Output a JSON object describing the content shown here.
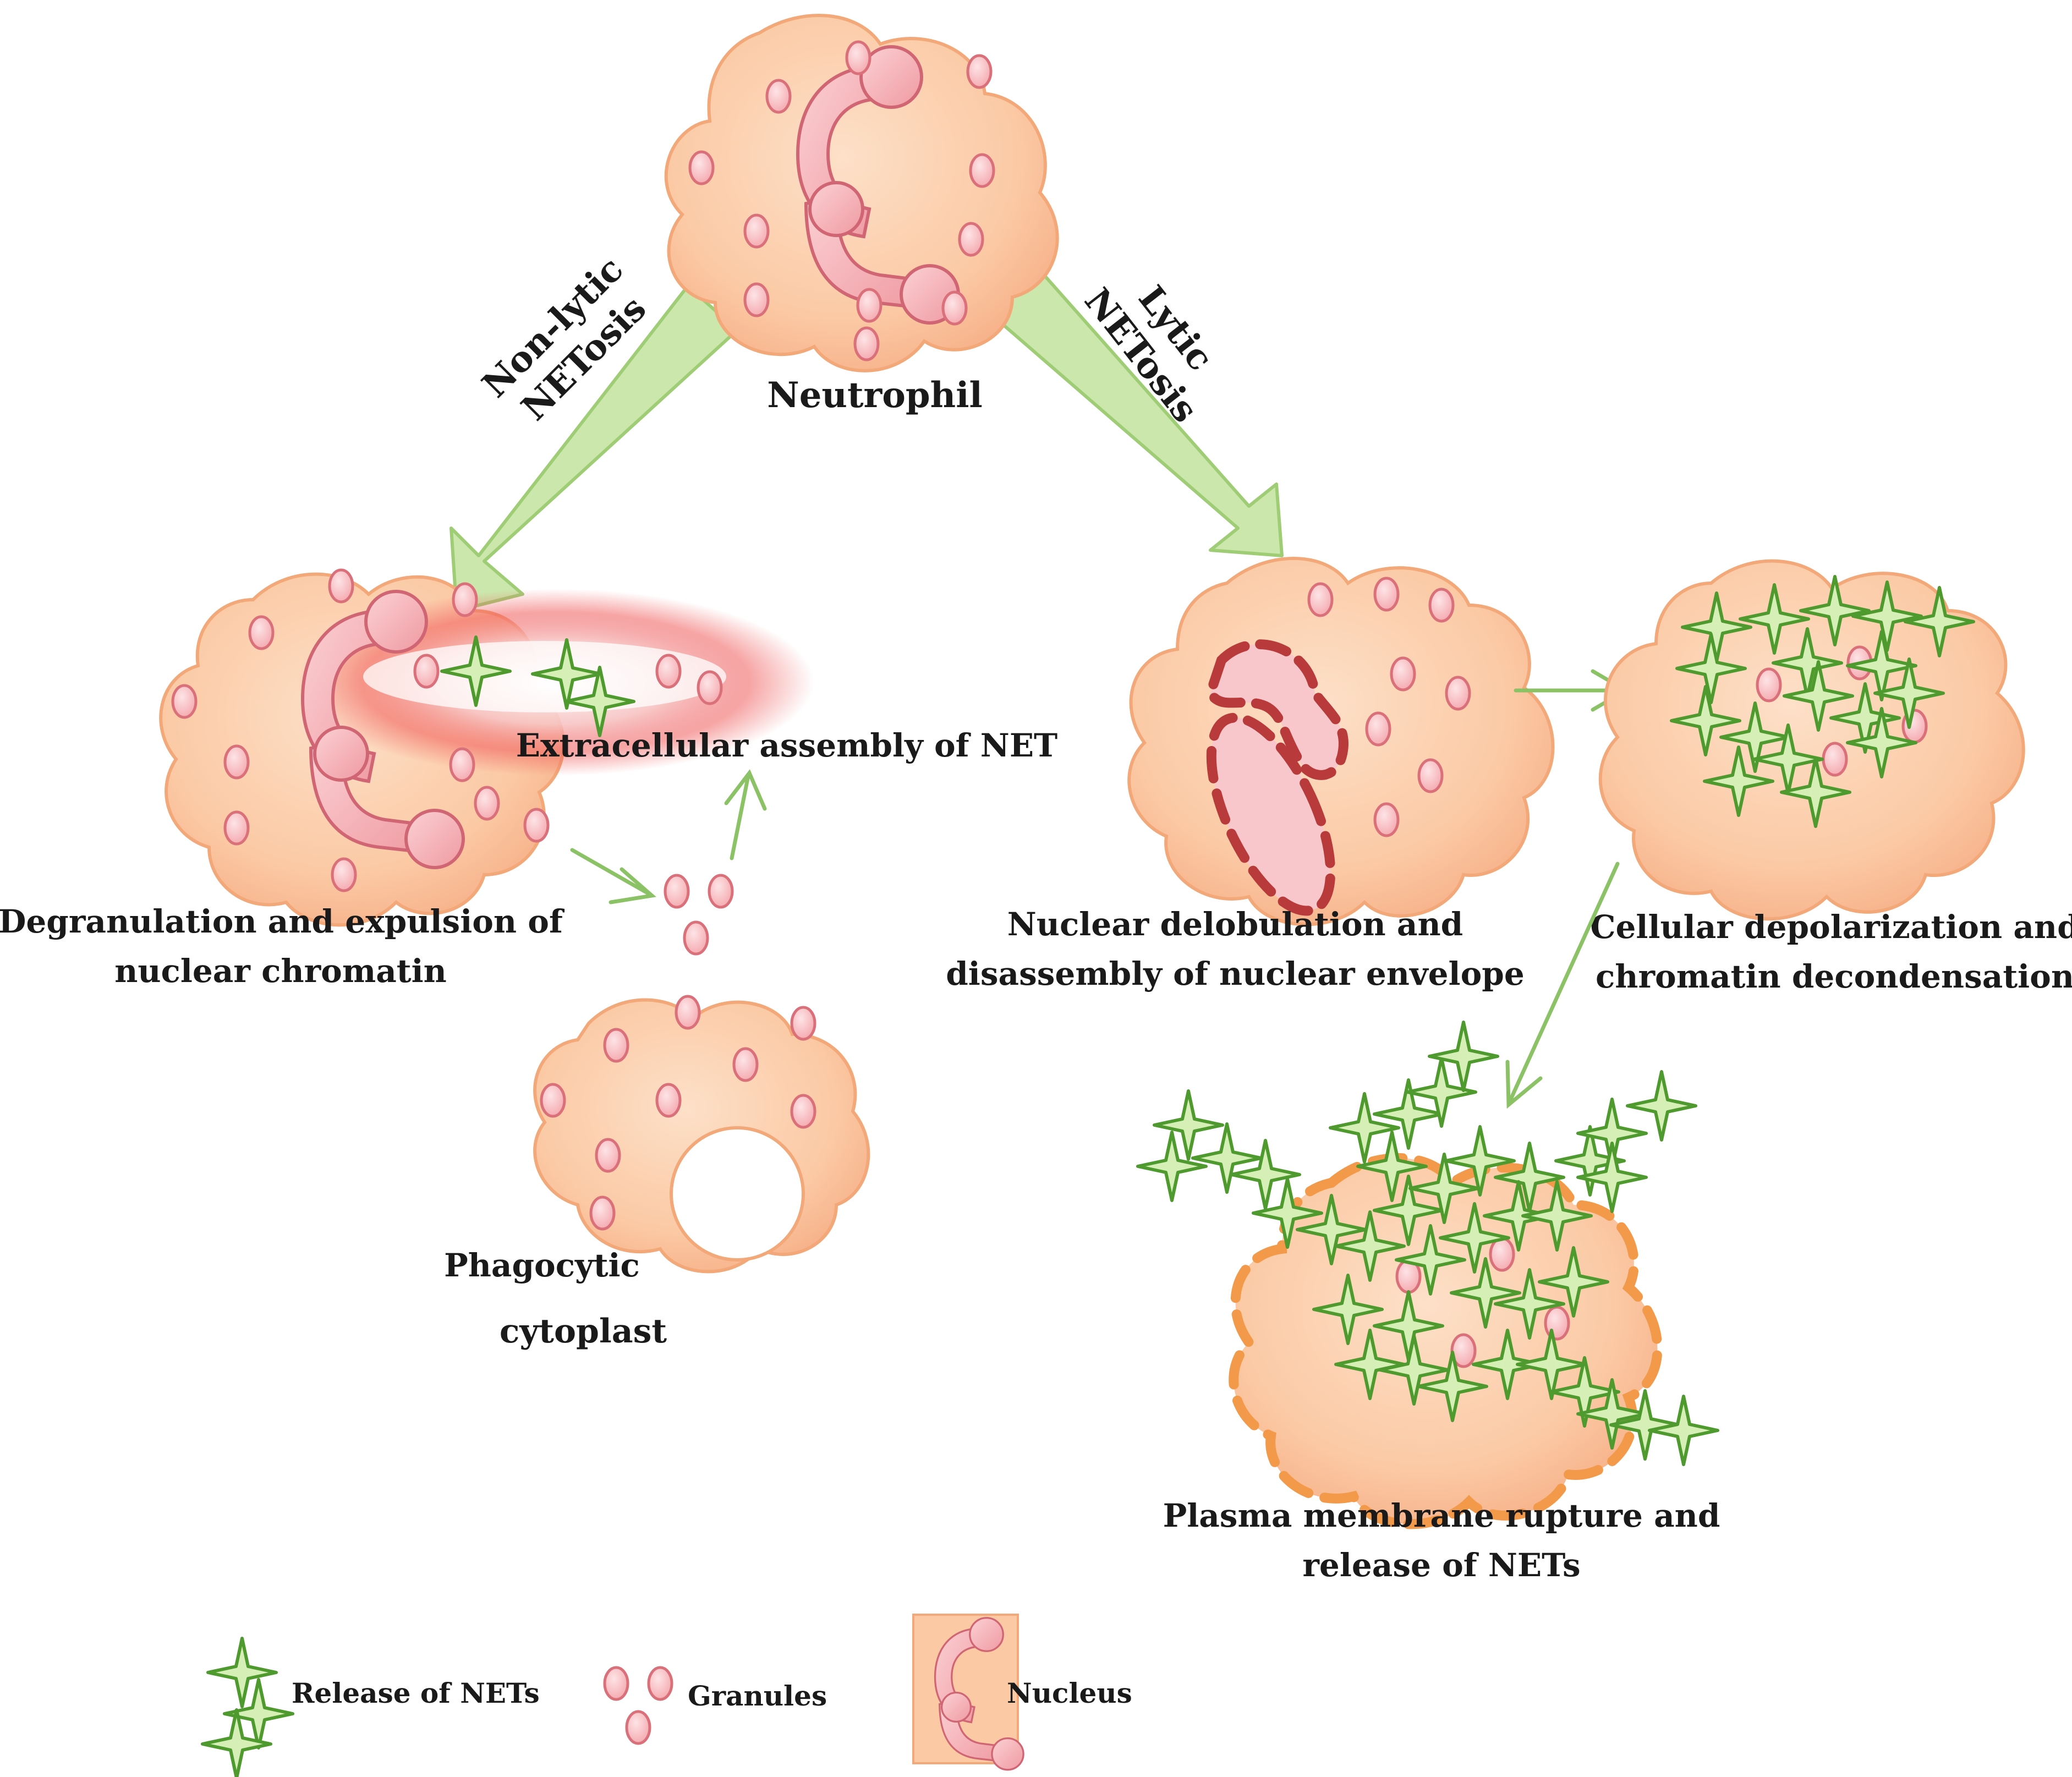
{
  "labels": {
    "neutrophil": "Neutrophil",
    "non_lytic_1": "Non-lytic",
    "non_lytic_2": "NETosis",
    "lytic_1": "Lytic",
    "lytic_2": "NETosis",
    "extracellular": "Extracellular assembly of NET",
    "degranulation_1": "Degranulation and expulsion of",
    "degranulation_2": "nuclear chromatin",
    "phagocytic_1": "Phagocytic",
    "phagocytic_2": "cytoplast",
    "delobulation_1": "Nuclear delobulation and",
    "delobulation_2": "disassembly of nuclear envelope",
    "depolarization_1": "Cellular depolarization and",
    "depolarization_2": "chromatin decondensation",
    "rupture_1": "Plasma membrane rupture and",
    "rupture_2": "release of NETs"
  },
  "legend": {
    "nets": "Release of NETs",
    "granules": "Granules",
    "nucleus": "Nucleus"
  },
  "colors": {
    "cell_fill": "#fbc9a4",
    "cell_stroke": "#f2a878",
    "granule_fill": "#f8c0c4",
    "granule_stroke": "#d9707a",
    "nucleus_fill": "#f6b3b8",
    "nucleus_stroke": "#d06673",
    "dashed_nucleus": "#b83a3a",
    "dashed_membrane": "#f39a4a",
    "arrow_fill": "#c9e6a8",
    "arrow_stroke": "#9acb6e",
    "star_fill": "#d6efb6",
    "star_stroke": "#4f9a2e",
    "thin_arrow": "#8cc266",
    "glow": "#f25a5a"
  }
}
